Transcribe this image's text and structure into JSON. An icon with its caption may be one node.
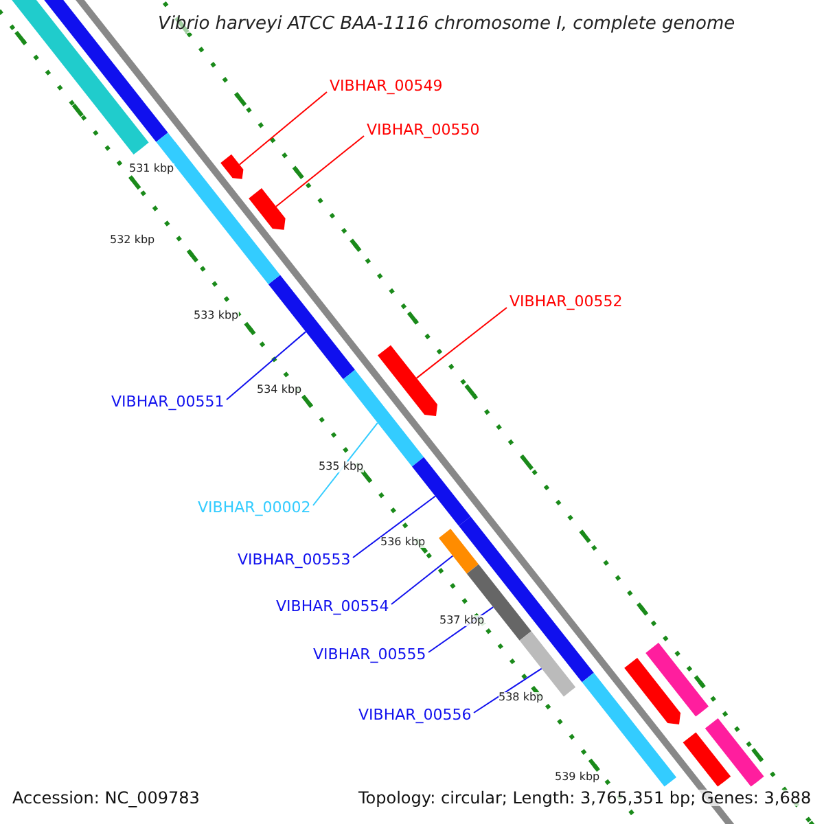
{
  "diagram": {
    "title": "Vibrio harveyi ATCC BAA-1116 chromosome I, complete genome",
    "nodes": [
      {
        "text": [
          "VIBHAR_00549"
        ]
      },
      {
        "text": [
          "VIBHAR_00550"
        ]
      },
      {
        "text": [
          "VIBHAR_00552"
        ]
      },
      {
        "text": [
          "VIBHAR_00551"
        ]
      },
      {
        "text": [
          "VIBHAR_00002"
        ]
      },
      {
        "text": [
          "VIBHAR_00553"
        ]
      },
      {
        "text": [
          "VIBHAR_00554"
        ]
      },
      {
        "text": [
          "VIBHAR_00555"
        ]
      },
      {
        "text": [
          "VIBHAR_00556"
        ]
      },
      {
        "text": [],
        "shape": "bar"
      },
      {
        "text": [],
        "shape": "bar"
      },
      {
        "text": [],
        "shape": "bar"
      },
      {
        "text": [],
        "shape": "bar"
      },
      {
        "text": [],
        "shape": "bar"
      },
      {
        "text": [],
        "shape": "bar"
      },
      {
        "text": [],
        "shape": "bar"
      },
      {
        "text": [],
        "shape": "bar"
      },
      {
        "text": [],
        "shape": "bar"
      },
      {
        "text": [],
        "shape": "bar"
      },
      {
        "text": [],
        "shape": "bar"
      },
      {
        "text": [],
        "shape": "bar"
      },
      {
        "text": [],
        "shape": "bar"
      },
      {
        "text": [],
        "shape": "bar"
      },
      {
        "text": [],
        "shape": "bar"
      },
      {
        "text": [],
        "shape": "bar"
      },
      {
        "text": [],
        "shape": "bar"
      },
      {
        "text": [],
        "shape": "bar"
      }
    ],
    "edges": [
      {
        "from": 0,
        "to": 9,
        "arrow": "none",
        "color": "#ff0000"
      },
      {
        "from": 1,
        "to": 10,
        "arrow": "none",
        "color": "#ff0000"
      },
      {
        "from": 2,
        "to": 11,
        "arrow": "none",
        "color": "#ff0000"
      },
      {
        "from": 3,
        "to": 12,
        "arrow": "none"
      },
      {
        "from": 4,
        "to": 13,
        "arrow": "none",
        "color": "#33ccff"
      },
      {
        "from": 5,
        "to": 14,
        "arrow": "none"
      },
      {
        "from": 6,
        "to": 15,
        "arrow": "none"
      },
      {
        "from": 7,
        "to": 16,
        "arrow": "none"
      },
      {
        "from": 8,
        "to": 17,
        "arrow": "none"
      }
    ],
    "labels": [
      "531 kbp",
      "532 kbp",
      "533 kbp",
      "534 kbp",
      "535 kbp",
      "536 kbp",
      "537 kbp",
      "538 kbp",
      "539 kbp",
      "Accession: NC_009783",
      "Topology: circular; Length: 3,765,351 bp; Genes: 3,688"
    ]
  }
}
